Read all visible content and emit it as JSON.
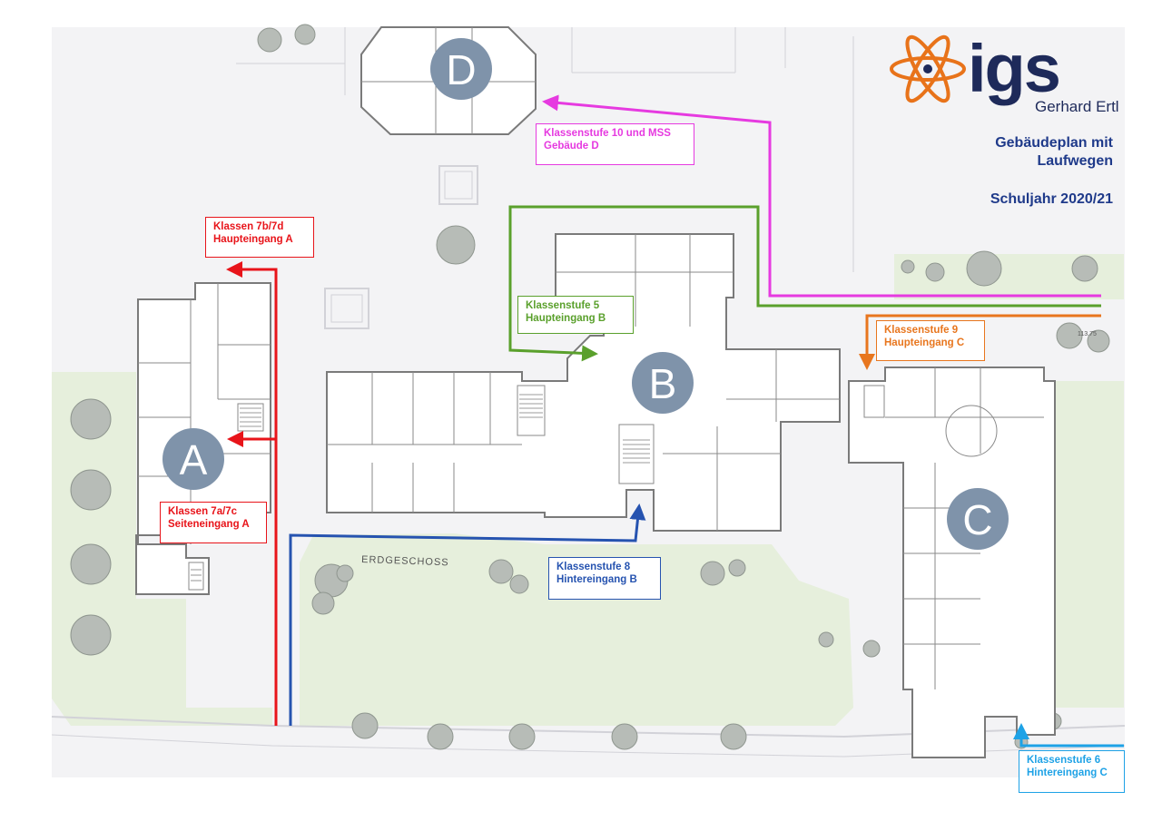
{
  "logo": {
    "name": "igs",
    "subtitle": "Gerhard Ertl",
    "colors": {
      "orange": "#e8731a",
      "navy": "#1e2a5a"
    }
  },
  "header": {
    "title_line1": "Gebäudeplan mit",
    "title_line2": "Laufwegen",
    "school_year": "Schuljahr 2020/21",
    "color": "#1f3a8a"
  },
  "map": {
    "floor_label": "ERDGESCHOSS",
    "spot_elevation": "113.75",
    "buildings": [
      {
        "letter": "A"
      },
      {
        "letter": "B"
      },
      {
        "letter": "C"
      },
      {
        "letter": "D"
      }
    ],
    "building_marker_color": "#7f93aa"
  },
  "routes": [
    {
      "id": "7b7d",
      "line1": "Klassen 7b/7d",
      "line2": "Haupteingang A",
      "color": "#e8141a"
    },
    {
      "id": "7a7c",
      "line1": "Klassen 7a/7c",
      "line2": "Seiteneingang A",
      "color": "#e8141a"
    },
    {
      "id": "5",
      "line1": "Klassenstufe 5",
      "line2": "Haupteingang B",
      "color": "#5aa02c"
    },
    {
      "id": "10mss",
      "line1": "Klassenstufe 10 und MSS",
      "line2": "Gebäude D",
      "color": "#e63ae0"
    },
    {
      "id": "9",
      "line1": "Klassenstufe 9",
      "line2": "Haupteingang C",
      "color": "#e8761e"
    },
    {
      "id": "8",
      "line1": "Klassenstufe 8",
      "line2": "Hintereingang B",
      "color": "#2653b0"
    },
    {
      "id": "6",
      "line1": "Klassenstufe 6",
      "line2": "Hintereingang C",
      "color": "#1ea2e6"
    }
  ]
}
